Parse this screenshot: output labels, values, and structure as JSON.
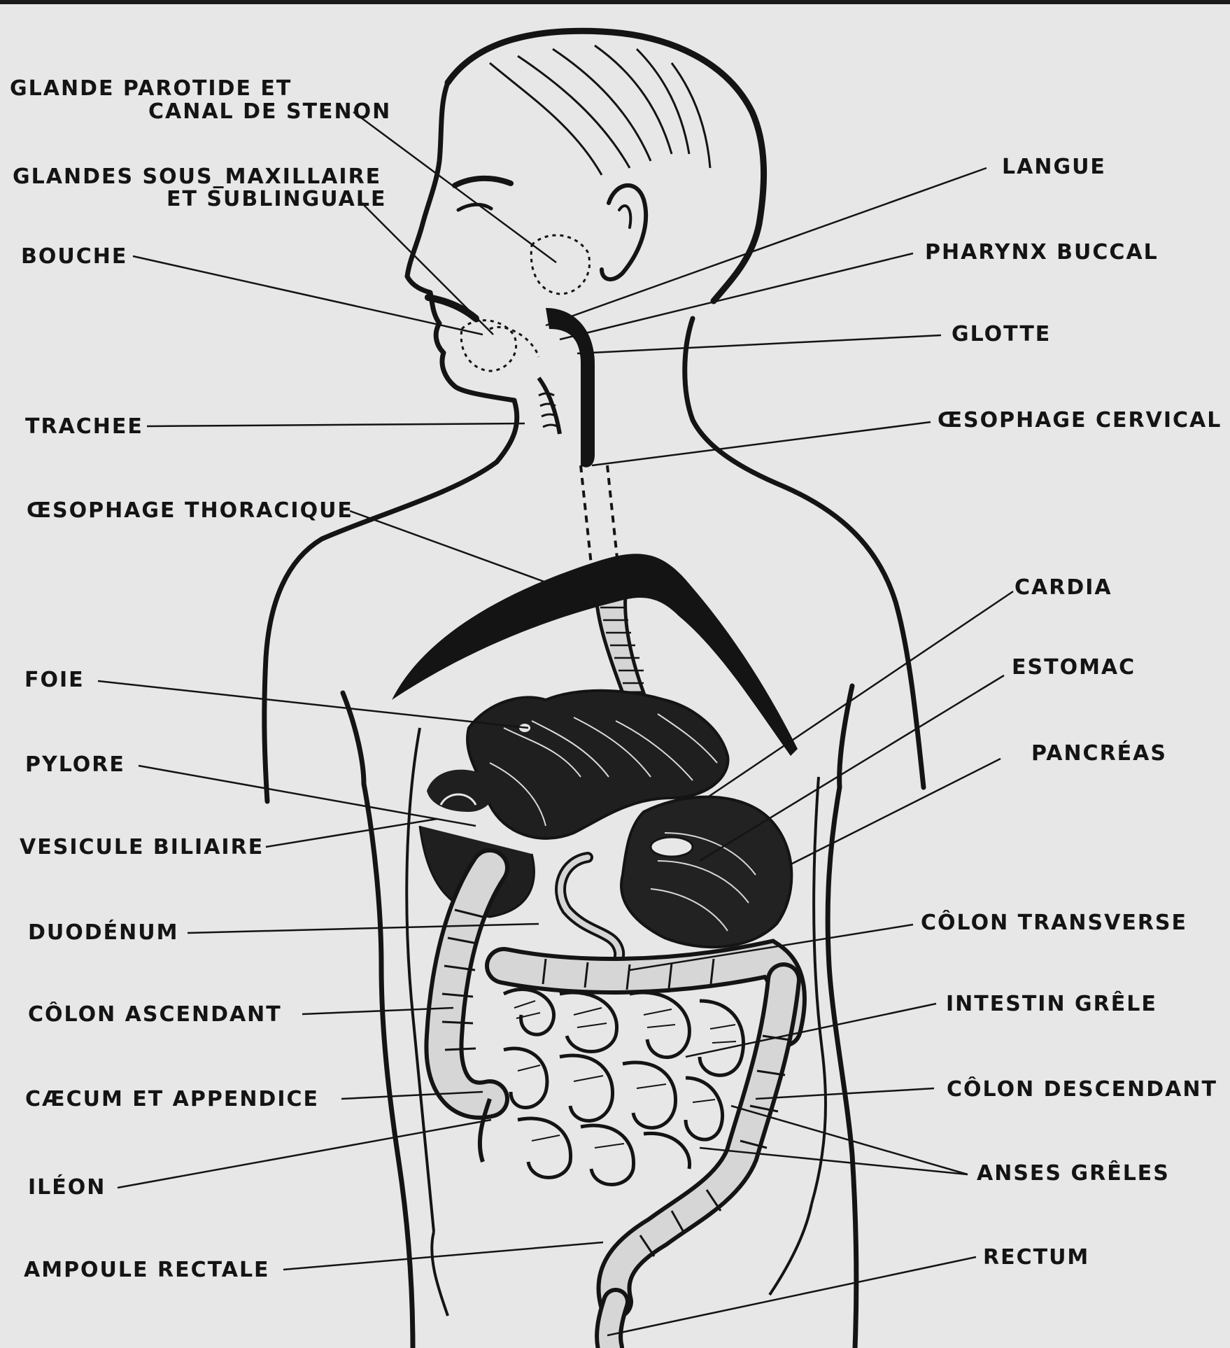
{
  "colors": {
    "background": "#e7e7e7",
    "ink": "#141414",
    "organ_fill": "#2a2a2a"
  },
  "labels": {
    "left": {
      "parotide_line1": "GLANDE PAROTIDE ET",
      "parotide_line2": "CANAL DE STENON",
      "sous_max_line1": "GLANDES SOUS_MAXILLAIRE",
      "sous_max_line2": "ET SUBLINGUALE",
      "bouche": "BOUCHE",
      "trachee": "TRACHEE",
      "oesophage_thoracique": "ŒSOPHAGE THORACIQUE",
      "foie": "FOIE",
      "pylore": "PYLORE",
      "vesicule": "VESICULE BILIAIRE",
      "duodenum": "DUODÉNUM",
      "colon_ascendant": "CÔLON ASCENDANT",
      "caecum": "CÆCUM ET APPENDICE",
      "ileon": "ILÉON",
      "ampoule": "AMPOULE RECTALE"
    },
    "right": {
      "langue": "LANGUE",
      "pharynx": "PHARYNX BUCCAL",
      "glotte": "GLOTTE",
      "oesophage_cervical": "ŒSOPHAGE CERVICAL",
      "cardia": "CARDIA",
      "estomac": "ESTOMAC",
      "pancreas": "PANCRÉAS",
      "colon_transverse": "CÔLON TRANSVERSE",
      "intestin_grele": "INTESTIN GRÊLE",
      "colon_descendant": "CÔLON DESCENDANT",
      "anses_greles": "ANSES GRÊLES",
      "rectum": "RECTUM"
    }
  }
}
